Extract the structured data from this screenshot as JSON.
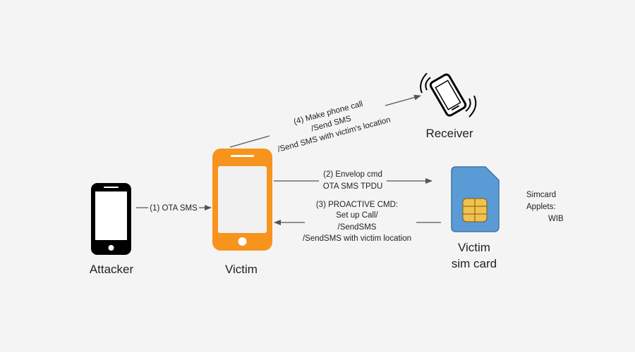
{
  "nodes": {
    "attacker": {
      "label": "Attacker"
    },
    "victim": {
      "label": "Victim"
    },
    "receiver": {
      "label": "Receiver"
    },
    "simcard": {
      "label_line1": "Victim",
      "label_line2": "sim card"
    }
  },
  "edges": {
    "ota_sms": {
      "label": "(1) OTA SMS"
    },
    "envelop": {
      "line1": "(2) Envelop cmd",
      "line2": "OTA SMS TPDU"
    },
    "proactive": {
      "line1": "(3) PROACTIVE CMD:",
      "line2": "Set up Call/",
      "line3": "/SendSMS",
      "line4": "/SendSMS with victim location"
    },
    "make_call": {
      "line1": "(4) Make phone call",
      "line2": "/Send SMS",
      "line3": "/Send SMS with victim's location"
    }
  },
  "applets_note": {
    "line1": "Simcard",
    "line2": "Applets:",
    "line3": "WIB"
  },
  "colors": {
    "victim_phone": "#f7941d",
    "sim_card": "#5b9bd5",
    "sim_chip": "#f2c14e",
    "attacker_phone": "#000000",
    "arrow": "#555555"
  }
}
